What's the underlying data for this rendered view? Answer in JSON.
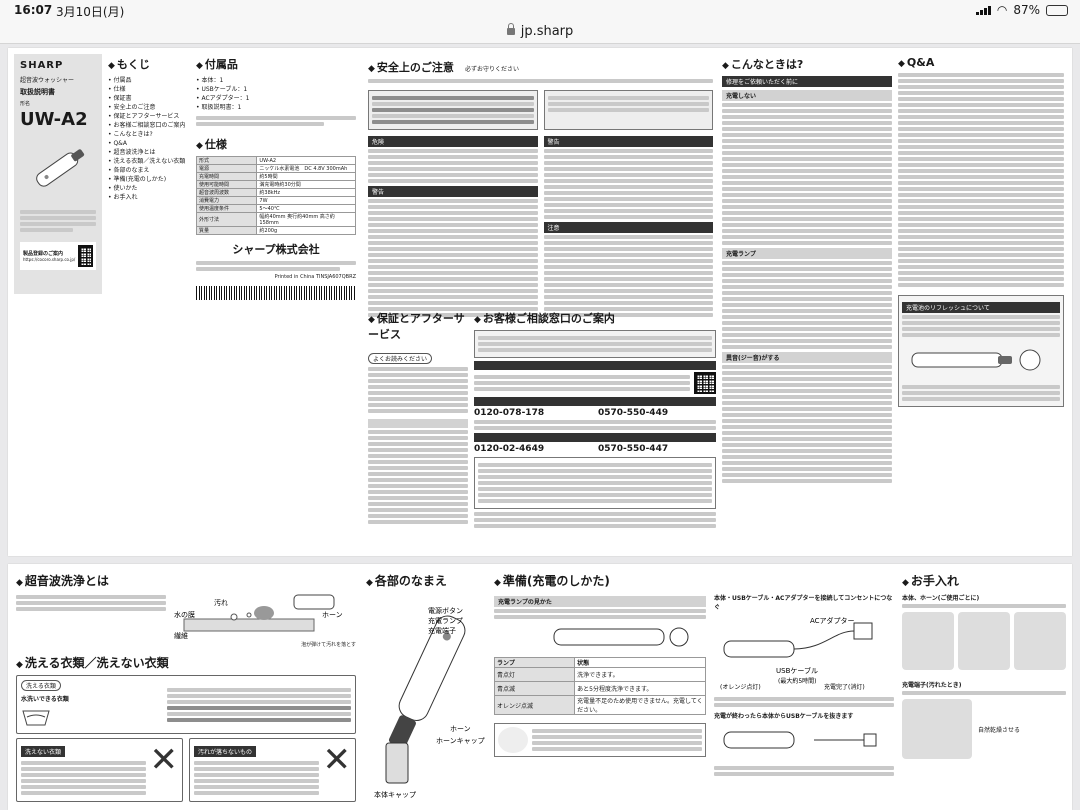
{
  "status": {
    "time": "16:07",
    "date": "3月10日(月)",
    "battery": "87%",
    "battery_level": 0.87
  },
  "browser": {
    "url": "jp.sharp"
  },
  "manual": {
    "brand": "SHARP",
    "product_name": "超音波ウォッシャー",
    "doc_type": "取扱説明書",
    "model_label": "形名",
    "model": "UW-A2",
    "company": "シャープ株式会社",
    "printed": "Printed in China TINSJA607QBRZ",
    "qr_label": "製品登録のご案内",
    "qr_url": "https://cocoro.sharp.co.jp/"
  },
  "sections": {
    "toc": {
      "title": "もくじ",
      "items": [
        "付属品",
        "仕様",
        "保証書",
        "安全上のご注意",
        "保証とアフターサービス",
        "お客様ご相談窓口のご案内",
        "こんなときは?",
        "Q&A",
        "超音波洗浄とは",
        "洗える衣類／洗えない衣類",
        "各部のなまえ",
        "準備(充電のしかた)",
        "使いかた",
        "お手入れ"
      ]
    },
    "accessories": {
      "title": "付属品",
      "items": [
        "本体：1",
        "USBケーブル：1",
        "ACアダプター：1",
        "取扱説明書：1"
      ]
    },
    "specs": {
      "title": "仕様",
      "rows": [
        [
          "形式",
          "UW-A2"
        ],
        [
          "電源",
          "ニッケル水素電池　DC 4.8V 300mAh"
        ],
        [
          "充電時間",
          "約5時間"
        ],
        [
          "使用可能時間",
          "満充電時約30分間"
        ],
        [
          "超音波周波数",
          "約38kHz"
        ],
        [
          "消費電力",
          "7W"
        ],
        [
          "使用温度条件",
          "5〜40℃"
        ],
        [
          "外形寸法",
          "幅約40mm 奥行約40mm 高さ約158mm"
        ],
        [
          "質量",
          "約200g"
        ]
      ]
    },
    "safety": {
      "title": "安全上のご注意",
      "note": "必ずお守りください",
      "danger": "危険",
      "warning": "警告",
      "caution": "注意"
    },
    "service": {
      "title": "保証とアフターサービス",
      "badge": "よくお読みください"
    },
    "support": {
      "title": "お客様ご相談窓口のご案内",
      "phone1": "0120-078-178",
      "phone2": "0570-550-449",
      "phone3": "0120-02-4649",
      "phone4": "0570-550-447"
    },
    "trouble": {
      "title": "こんなときは?",
      "sub1": "修理をご依頼いただく前に",
      "sub2": "充電しない",
      "sub3": "充電ランプ",
      "sub4": "異音(ジー音)がする"
    },
    "qa": {
      "title": "Q&A",
      "refresh": "充電池のリフレッシュについて"
    },
    "ultrasonic": {
      "title": "超音波洗浄とは",
      "labels": [
        "汚れ",
        "ホーン",
        "水の膜",
        "繊維",
        "泡が弾けて汚れを落とす"
      ]
    },
    "washable": {
      "title": "洗える衣類／洗えない衣類",
      "ok_title": "洗える衣類",
      "ok_item": "水洗いできる衣類",
      "ng_title": "洗えない衣類",
      "ng2_title": "汚れが落ちないもの"
    },
    "parts": {
      "title": "各部のなまえ",
      "labels": [
        "電源ボタン",
        "充電ランプ",
        "充電端子",
        "ホーン",
        "ホーンキャップ",
        "本体キャップ"
      ]
    },
    "prep": {
      "title": "準備(充電のしかた)",
      "lamp_title": "充電ランプの見かた",
      "lamp_header": [
        "ランプ",
        "状態"
      ],
      "lamp_rows": [
        [
          "青点灯",
          "洗浄できます。"
        ],
        [
          "青点滅",
          "あと5分程度洗浄できます。"
        ],
        [
          "オレンジ点滅",
          "充電量不足のため使用できません。充電してください。"
        ]
      ],
      "step1": "本体・USBケーブル・ACアダプターを接続してコンセントにつなぐ",
      "step2": "充電が終わったら本体からUSBケーブルを抜きます",
      "ac": "ACアダプター",
      "usb": "USBケーブル",
      "charging": "(最大約5時間)",
      "done": "充電完了(消灯)",
      "orange": "(オレンジ点灯)"
    },
    "care": {
      "title": "お手入れ",
      "sub1": "本体、ホーン(ご使用ごとに)",
      "sub2": "充電端子(汚れたとき)",
      "dry": "自然乾燥させる"
    }
  }
}
